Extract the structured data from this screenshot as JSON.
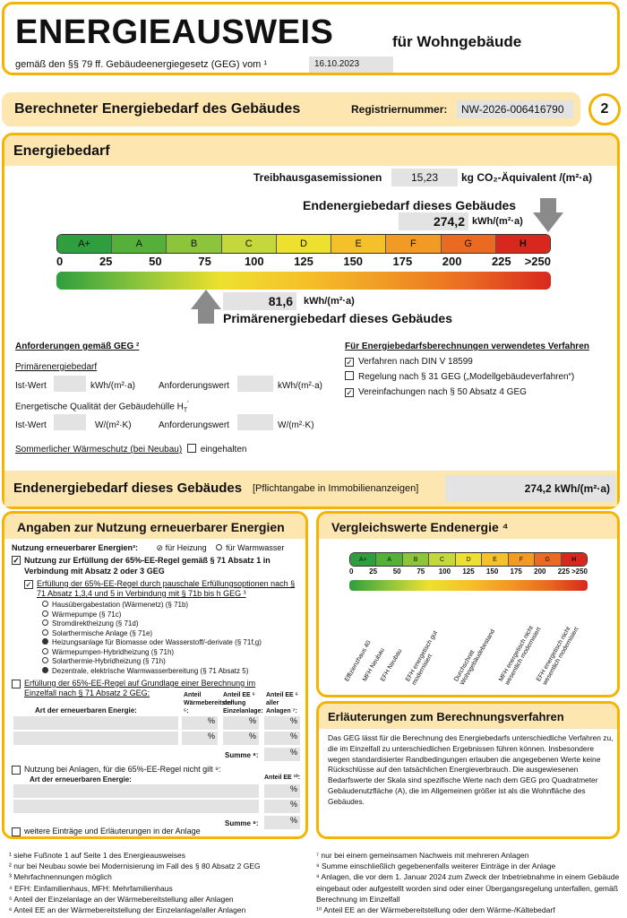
{
  "header": {
    "title": "ENERGIEAUSWEIS",
    "subtitle": "für Wohngebäude",
    "law": "gemäß den §§ 79 ff. Gebäudeenergiegesetz (GEG) vom ¹",
    "date": "16.10.2023"
  },
  "section": {
    "title": "Berechneter Energiebedarf des Gebäudes",
    "reg_label": "Registriernummer:",
    "reg_number": "NW-2026-006416790",
    "page": "2"
  },
  "energy": {
    "title": "Energiebedarf",
    "ghg_label": "Treibhausgasemissionen",
    "ghg_value": "15,23",
    "ghg_unit": "kg CO₂-Äquivalent /(m²·a)",
    "end_label": "Endenergiebedarf dieses Gebäudes",
    "end_value": "274,2",
    "end_unit": "kWh/(m²·a)",
    "primary_value": "81,6",
    "primary_unit": "kWh/(m²·a)",
    "primary_label": "Primärenergiebedarf dieses Gebäudes",
    "classes": [
      "A+",
      "A",
      "B",
      "C",
      "D",
      "E",
      "F",
      "G",
      "H"
    ],
    "scale": [
      "0",
      "25",
      "50",
      "75",
      "100",
      "125",
      "150",
      "175",
      "200",
      "225",
      ">250"
    ],
    "colors": [
      "#2e9e3e",
      "#55b03a",
      "#8cc43c",
      "#c4d83c",
      "#eee02e",
      "#f5c12a",
      "#f19a24",
      "#ea6a22",
      "#d8281e"
    ]
  },
  "requirements": {
    "title": "Anforderungen gemäß GEG ²",
    "primary": "Primärenergiebedarf",
    "ist": "Ist-Wert",
    "unit1": "kWh/(m²·a)",
    "anf": "Anforderungswert",
    "unit1b": "kWh/(m²·a)",
    "quality": "Energetische Qualität der Gebäudehülle H",
    "quality_sub": "T",
    "quality_sup": "'",
    "ist2": "Ist-Wert",
    "unit2": "W/(m²·K)",
    "anf2": "Anforderungswert",
    "unit2b": "W/(m²·K)",
    "summer": "Sommerlicher Wärmeschutz (bei Neubau)",
    "kept": "eingehalten"
  },
  "methods": {
    "title": "Für Energiebedarfsberechnungen verwendetes Verfahren",
    "items": [
      {
        "label": "Verfahren nach DIN V 18599",
        "checked": "✓"
      },
      {
        "label": "Regelung nach § 31 GEG („Modellgebäudeverfahren“)",
        "checked": ""
      },
      {
        "label": "Vereinfachungen nach § 50 Absatz 4 GEG",
        "checked": "✓"
      }
    ]
  },
  "end_summary": {
    "label": "Endenergiebedarf dieses Gebäudes",
    "note": "[Pflichtangabe in Immobilienanzeigen]",
    "value": "274,2 kWh/(m²·a)"
  },
  "renewable": {
    "title": "Angaben zur Nutzung erneuerbarer Energien",
    "use_label": "Nutzung erneuerbarer Energien³:",
    "heating": "für Heizung",
    "water": "für Warmwasser",
    "fulfil": "Nutzung zur Erfüllung der 65%-EE-Regel gemäß § 71 Absatz 1 in Verbindung mit Absatz 2 oder 3 GEG",
    "flat": "Erfüllung der 65%-EE-Regel durch pauschale Erfüllungsoptionen nach § 71 Absatz 1,3,4 und 5 in Verbindung mit § 71b bis h GEG ³",
    "options": [
      {
        "label": "Hausübergabestation (Wärmenetz) (§ 71b)",
        "on": false
      },
      {
        "label": "Wärmepumpe (§ 71c)",
        "on": false
      },
      {
        "label": "Stromdirektheizung (§ 71d)",
        "on": false
      },
      {
        "label": "Solarthermische Anlage (§ 71e)",
        "on": false
      },
      {
        "label": "Heizungsanlage für Biomasse oder Wasserstoff/-derivate (§ 71f,g)",
        "on": true
      },
      {
        "label": "Wärmepumpen-Hybridheizung (§ 71h)",
        "on": false
      },
      {
        "label": "Solarthermie-Hybridheizung (§ 71h)",
        "on": false
      },
      {
        "label": "Dezentrale, elektrische Warmwasserbereitung (§ 71 Absatz 5)",
        "on": true
      }
    ],
    "individual": "Erfüllung der 65%-EE-Regel auf Grundlage einer Berechnung im Einzelfall nach § 71 Absatz 2 GEG:",
    "col_type": "Art der erneuerbaren Energie:",
    "col_heat": "Anteil Wärmebereitstellung ⁵:",
    "col_ee": "Anteil EE ⁶ der Einzelanlage:",
    "col_all": "Anteil EE ⁶ aller Anlagen ⁷:",
    "pct": "%",
    "sum": "Summe ⁸:",
    "no_fulfil": "Nutzung bei Anlagen, für die 65%-EE-Regel nicht gilt ⁹:",
    "col_type2": "Art der erneuerbaren Energie:",
    "col_ee2": "Anteil EE ¹⁰:",
    "more": "weitere Einträge und Erläuterungen in der Anlage"
  },
  "comparison": {
    "title": "Vergleichswerte Endenergie ⁴",
    "labels": [
      "Effizienzhaus 40",
      "MFH Neubau",
      "EFH Neubau",
      "EFH energetisch gut modernisiert",
      "Durchschnitt Wohngebäudebestand",
      "MFH energetisch nicht wesentlich modernisiert",
      "EFH energetisch nicht wesentlich modernisiert"
    ]
  },
  "explanation": {
    "title": "Erläuterungen zum Berechnungsverfahren",
    "text": "Das GEG lässt für die Berechnung des Energiebedarfs unterschiedliche Verfahren zu, die im Einzelfall zu unterschiedlichen Ergebnissen führen können. Insbesondere wegen standardisierter Randbedingungen erlauben die angegebenen Werte keine Rückschlüsse auf den tatsächlichen Energieverbrauch. Die ausgewiesenen Bedarfswerte der Skala sind spezifische Werte nach dem GEG pro Quadratmeter Gebäudenutzfläche (A), die im Allgemeinen größer ist als die Wohnfläche des Gebäudes."
  },
  "footnotes": {
    "left": [
      "¹ siehe Fußnote 1 auf Seite 1 des Energieausweises",
      "² nur bei Neubau sowie bei Modernisierung im Fall des § 80 Absatz 2 GEG",
      "³ Mehrfachnennungen möglich",
      "⁴ EFH: Einfamilienhaus, MFH: Mehrfamilienhaus",
      "⁵ Anteil der Einzelanlage an der Wärmebereitstellung aller Anlagen",
      "⁶ Anteil EE an der Wärmebereitstellung der Einzelanlage/aller Anlagen"
    ],
    "right": [
      "⁷ nur bei einem gemeinsamen Nachweis mit mehreren Anlagen",
      "⁸ Summe einschließlich gegebenenfalls weiterer Einträge in der Anlage",
      "⁹ Anlagen, die vor dem 1. Januar 2024 zum Zweck der Inbetriebnahme in einem Gebäude eingebaut oder aufgestellt worden sind oder einer Übergangsregelung unterfallen, gemäß Berechnung im Einzelfall",
      "¹⁰ Anteil EE an der Wärmebereitstellung oder dem Wärme-/Kältebedarf"
    ]
  }
}
